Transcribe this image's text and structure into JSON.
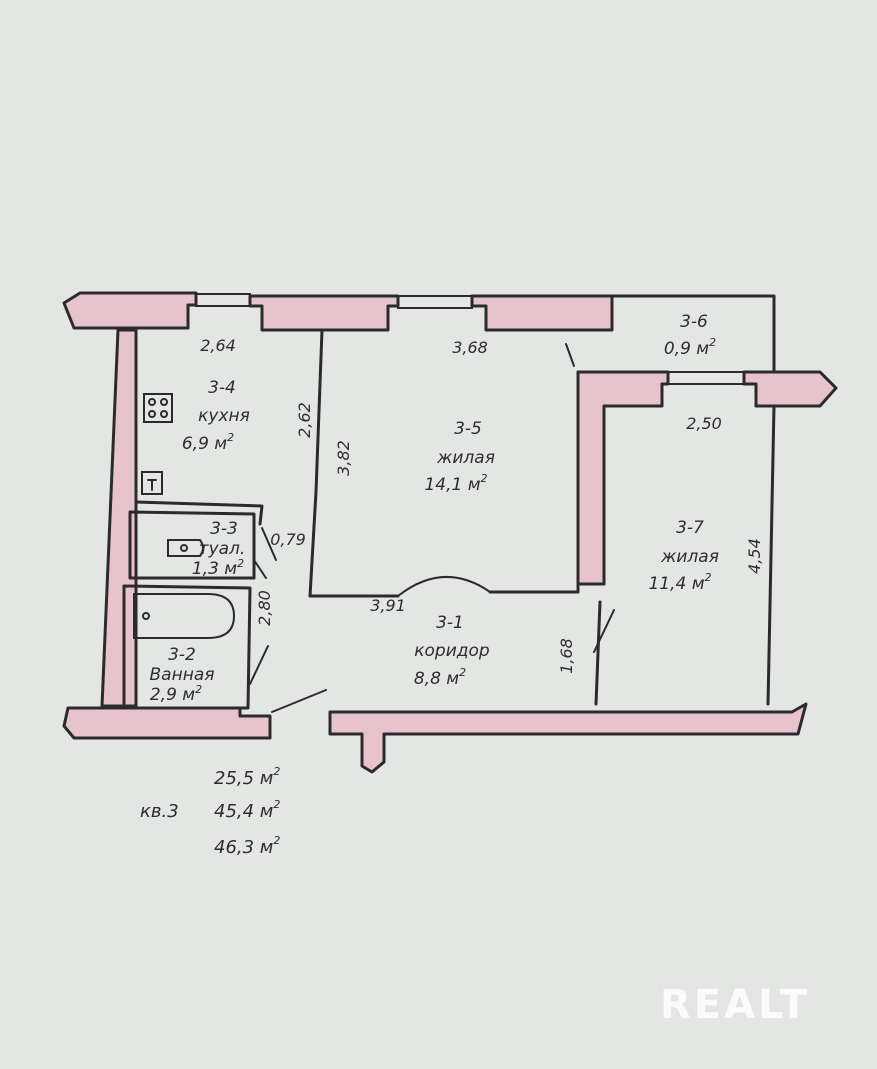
{
  "rooms": {
    "r34": {
      "id": "3-4",
      "name": "кухня",
      "area": "6,9 м",
      "sup": "2"
    },
    "r35": {
      "id": "3-5",
      "name": "жилая",
      "area": "14,1 м",
      "sup": "2"
    },
    "r36": {
      "id": "3-6",
      "area": "0,9 м",
      "sup": "2"
    },
    "r37": {
      "id": "3-7",
      "name": "жилая",
      "area": "11,4 м",
      "sup": "2"
    },
    "r33": {
      "id": "3-3",
      "name": "туал.",
      "area": "1,3 м",
      "sup": "2"
    },
    "r32": {
      "id": "3-2",
      "name": "Ванная",
      "area": "2,9 м",
      "sup": "2"
    },
    "r31": {
      "id": "3-1",
      "name": "коридор",
      "area": "8,8 м",
      "sup": "2"
    }
  },
  "dimensions": {
    "d264": "2,64",
    "d368": "3,68",
    "d250": "2,50",
    "d262": "2,62",
    "d382": "3,82",
    "d079": "0,79",
    "d280": "2,80",
    "d391": "3,91",
    "d168": "1,68",
    "d454": "4,54"
  },
  "summary": {
    "apartment": "кв.3",
    "living_area": "25,5 м",
    "total_area": "45,4 м",
    "gross_area": "46,3 м",
    "sup": "2"
  },
  "watermark": "REALT",
  "colors": {
    "wall_fill": "#e7c3cb",
    "ink": "#2b2b2d",
    "paper": "#e4e6e4"
  }
}
